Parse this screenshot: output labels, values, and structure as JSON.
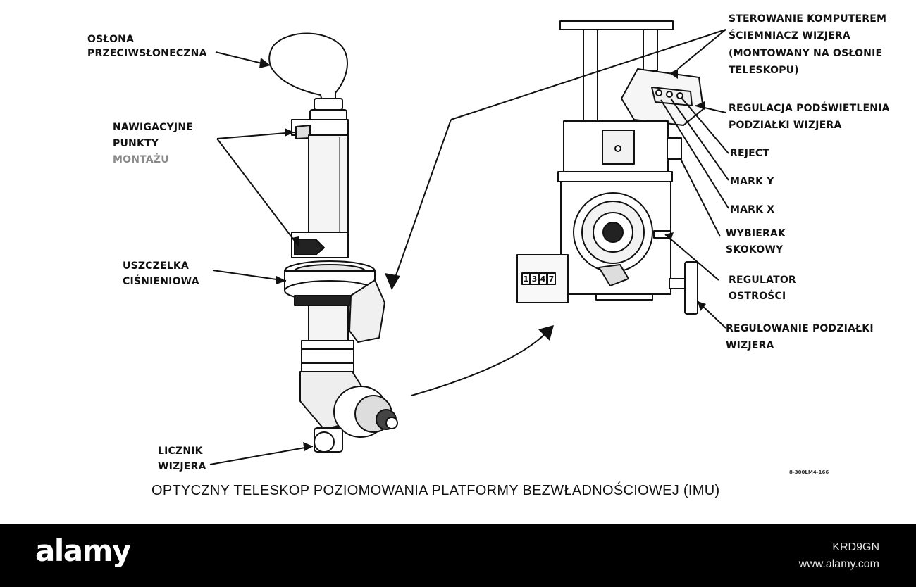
{
  "labels": {
    "oslona_1": "OSŁONA",
    "oslona_2": "PRZECIWSŁONECZNA",
    "punkty_1": "NAWIGACYJNE",
    "punkty_2": "PUNKTY",
    "punkty_3": "MONTAŻU",
    "uszczelka_1": "USZCZELKA",
    "uszczelka_2": "CIŚNIENIOWA",
    "licznik_1": "LICZNIK",
    "licznik_2": "WIZJERA",
    "sterowanie_1": "STEROWANIE KOMPUTEREM",
    "sterowanie_2": "ŚCIEMNIACZ WIZJERA",
    "sterowanie_3": "(MONTOWANY NA OSŁONIE",
    "sterowanie_4": "TELESKOPU)",
    "regulacja_1": "REGULACJA PODŚWIETLENIA",
    "regulacja_2": "PODZIAŁKI WIZJERA",
    "reject": "REJECT",
    "mark_y": "MARK Y",
    "mark_x": "MARK X",
    "wybierak_1": "WYBIERAK",
    "wybierak_2": "SKOKOWY",
    "ostrosci_1": "REGULATOR",
    "ostrosci_2": "OSTROŚCI",
    "podzialka_1": "REGULOWANIE PODZIAŁKI",
    "podzialka_2": "WIZJERA"
  },
  "counter_digits": [
    "1",
    "3",
    "4",
    "7"
  ],
  "drawing_code": "8-300LM4-166",
  "caption": "OPTYCZNY TELESKOP POZIOMOWANIA PLATFORMY BEZWŁADNOŚCIOWEJ (IMU)",
  "watermark": {
    "logo": "alamy",
    "image_id": "KRD9GN",
    "url": "www.alamy.com"
  },
  "colors": {
    "ink": "#111111",
    "footer_bg": "#000000",
    "footer_text": "#ffffff"
  }
}
